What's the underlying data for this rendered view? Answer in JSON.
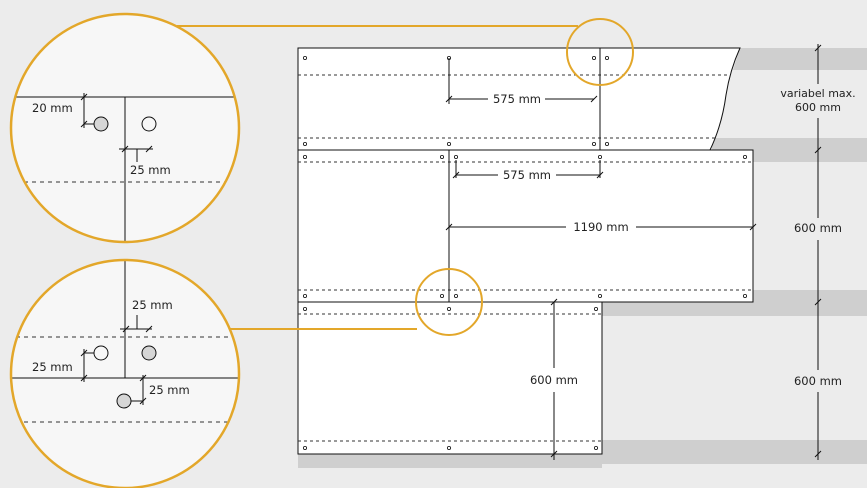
{
  "diagram": {
    "colors": {
      "background": "#ececec",
      "panel": "#ffffff",
      "shadow": "#cfcfcf",
      "line": "#111111",
      "accent": "#e3a72a",
      "zoom_fill": "#f7f7f7"
    },
    "dimensions": {
      "top_575": "575 mm",
      "mid_575": "575 mm",
      "width_1190": "1190 mm",
      "height_600_bottom": "600 mm",
      "right_variable_line1": "variabel max.",
      "right_variable_line2": "600 mm",
      "right_600_middle": "600 mm",
      "right_600_bottom": "600 mm"
    },
    "zoom_top": {
      "label_20": "20 mm",
      "label_25": "25 mm"
    },
    "zoom_bottom": {
      "label_25_top": "25 mm",
      "label_25_left": "25 mm",
      "label_25_bottom": "25 mm"
    }
  }
}
